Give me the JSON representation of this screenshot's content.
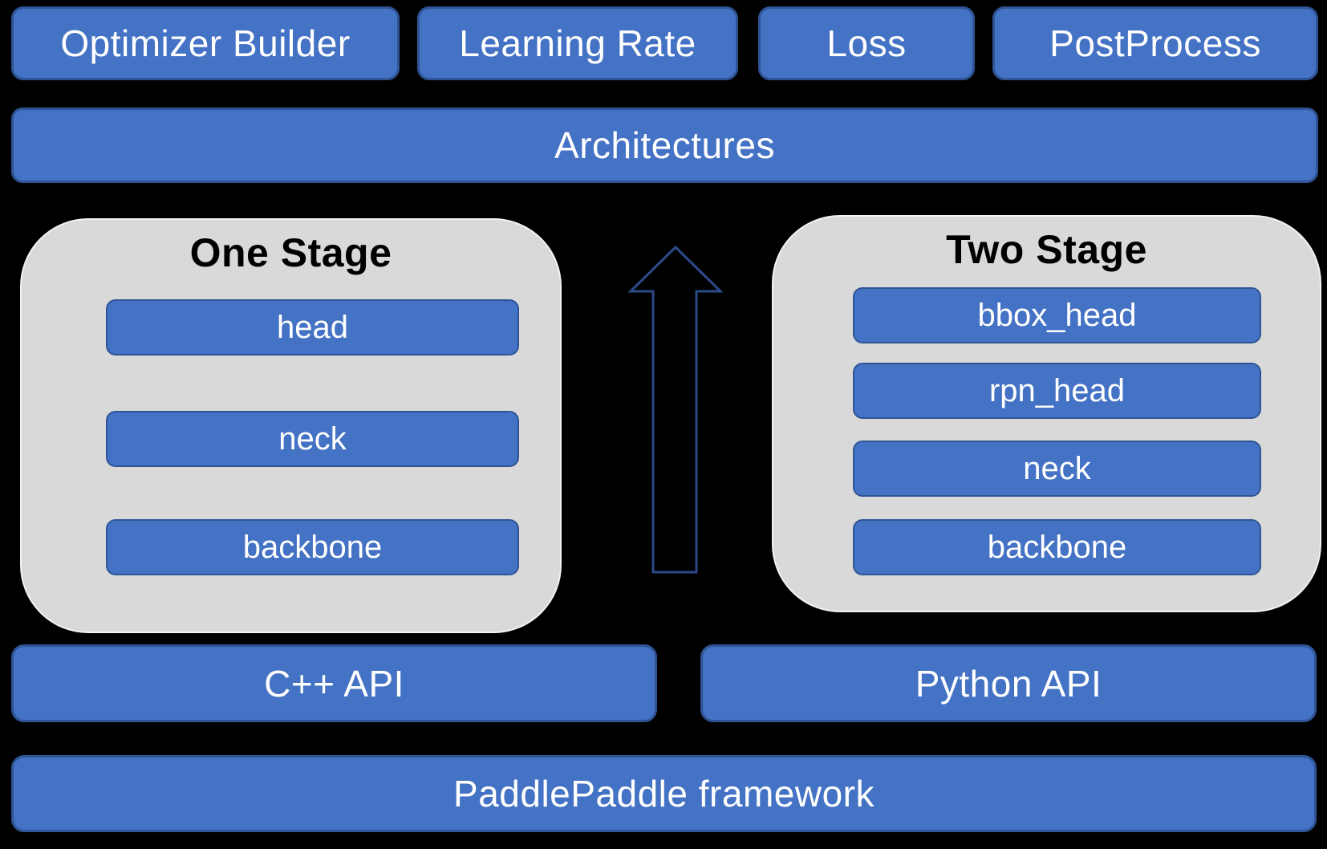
{
  "palette": {
    "background": "#000000",
    "box_blue": "#4472C4",
    "box_border_blue": "#2F5496",
    "panel_gray": "#D9D9D9",
    "panel_border": "#F2F2F2",
    "arrow_outline": "#2B4A88",
    "label_white": "#FFFFFF",
    "title_black": "#000000"
  },
  "top_row": {
    "items": [
      {
        "label": "Optimizer Builder"
      },
      {
        "label": "Learning Rate"
      },
      {
        "label": "Loss"
      },
      {
        "label": "PostProcess"
      }
    ]
  },
  "architectures": {
    "label": "Architectures"
  },
  "one_stage": {
    "title": "One Stage",
    "layers": [
      "head",
      "neck",
      "backbone"
    ]
  },
  "two_stage": {
    "title": "Two Stage",
    "layers": [
      "bbox_head",
      "rpn_head",
      "neck",
      "backbone"
    ]
  },
  "arrow": {
    "icon": "up-arrow-icon"
  },
  "api_row": {
    "items": [
      {
        "label": "C++ API"
      },
      {
        "label": "Python API"
      }
    ]
  },
  "framework": {
    "label": "PaddlePaddle framework"
  }
}
